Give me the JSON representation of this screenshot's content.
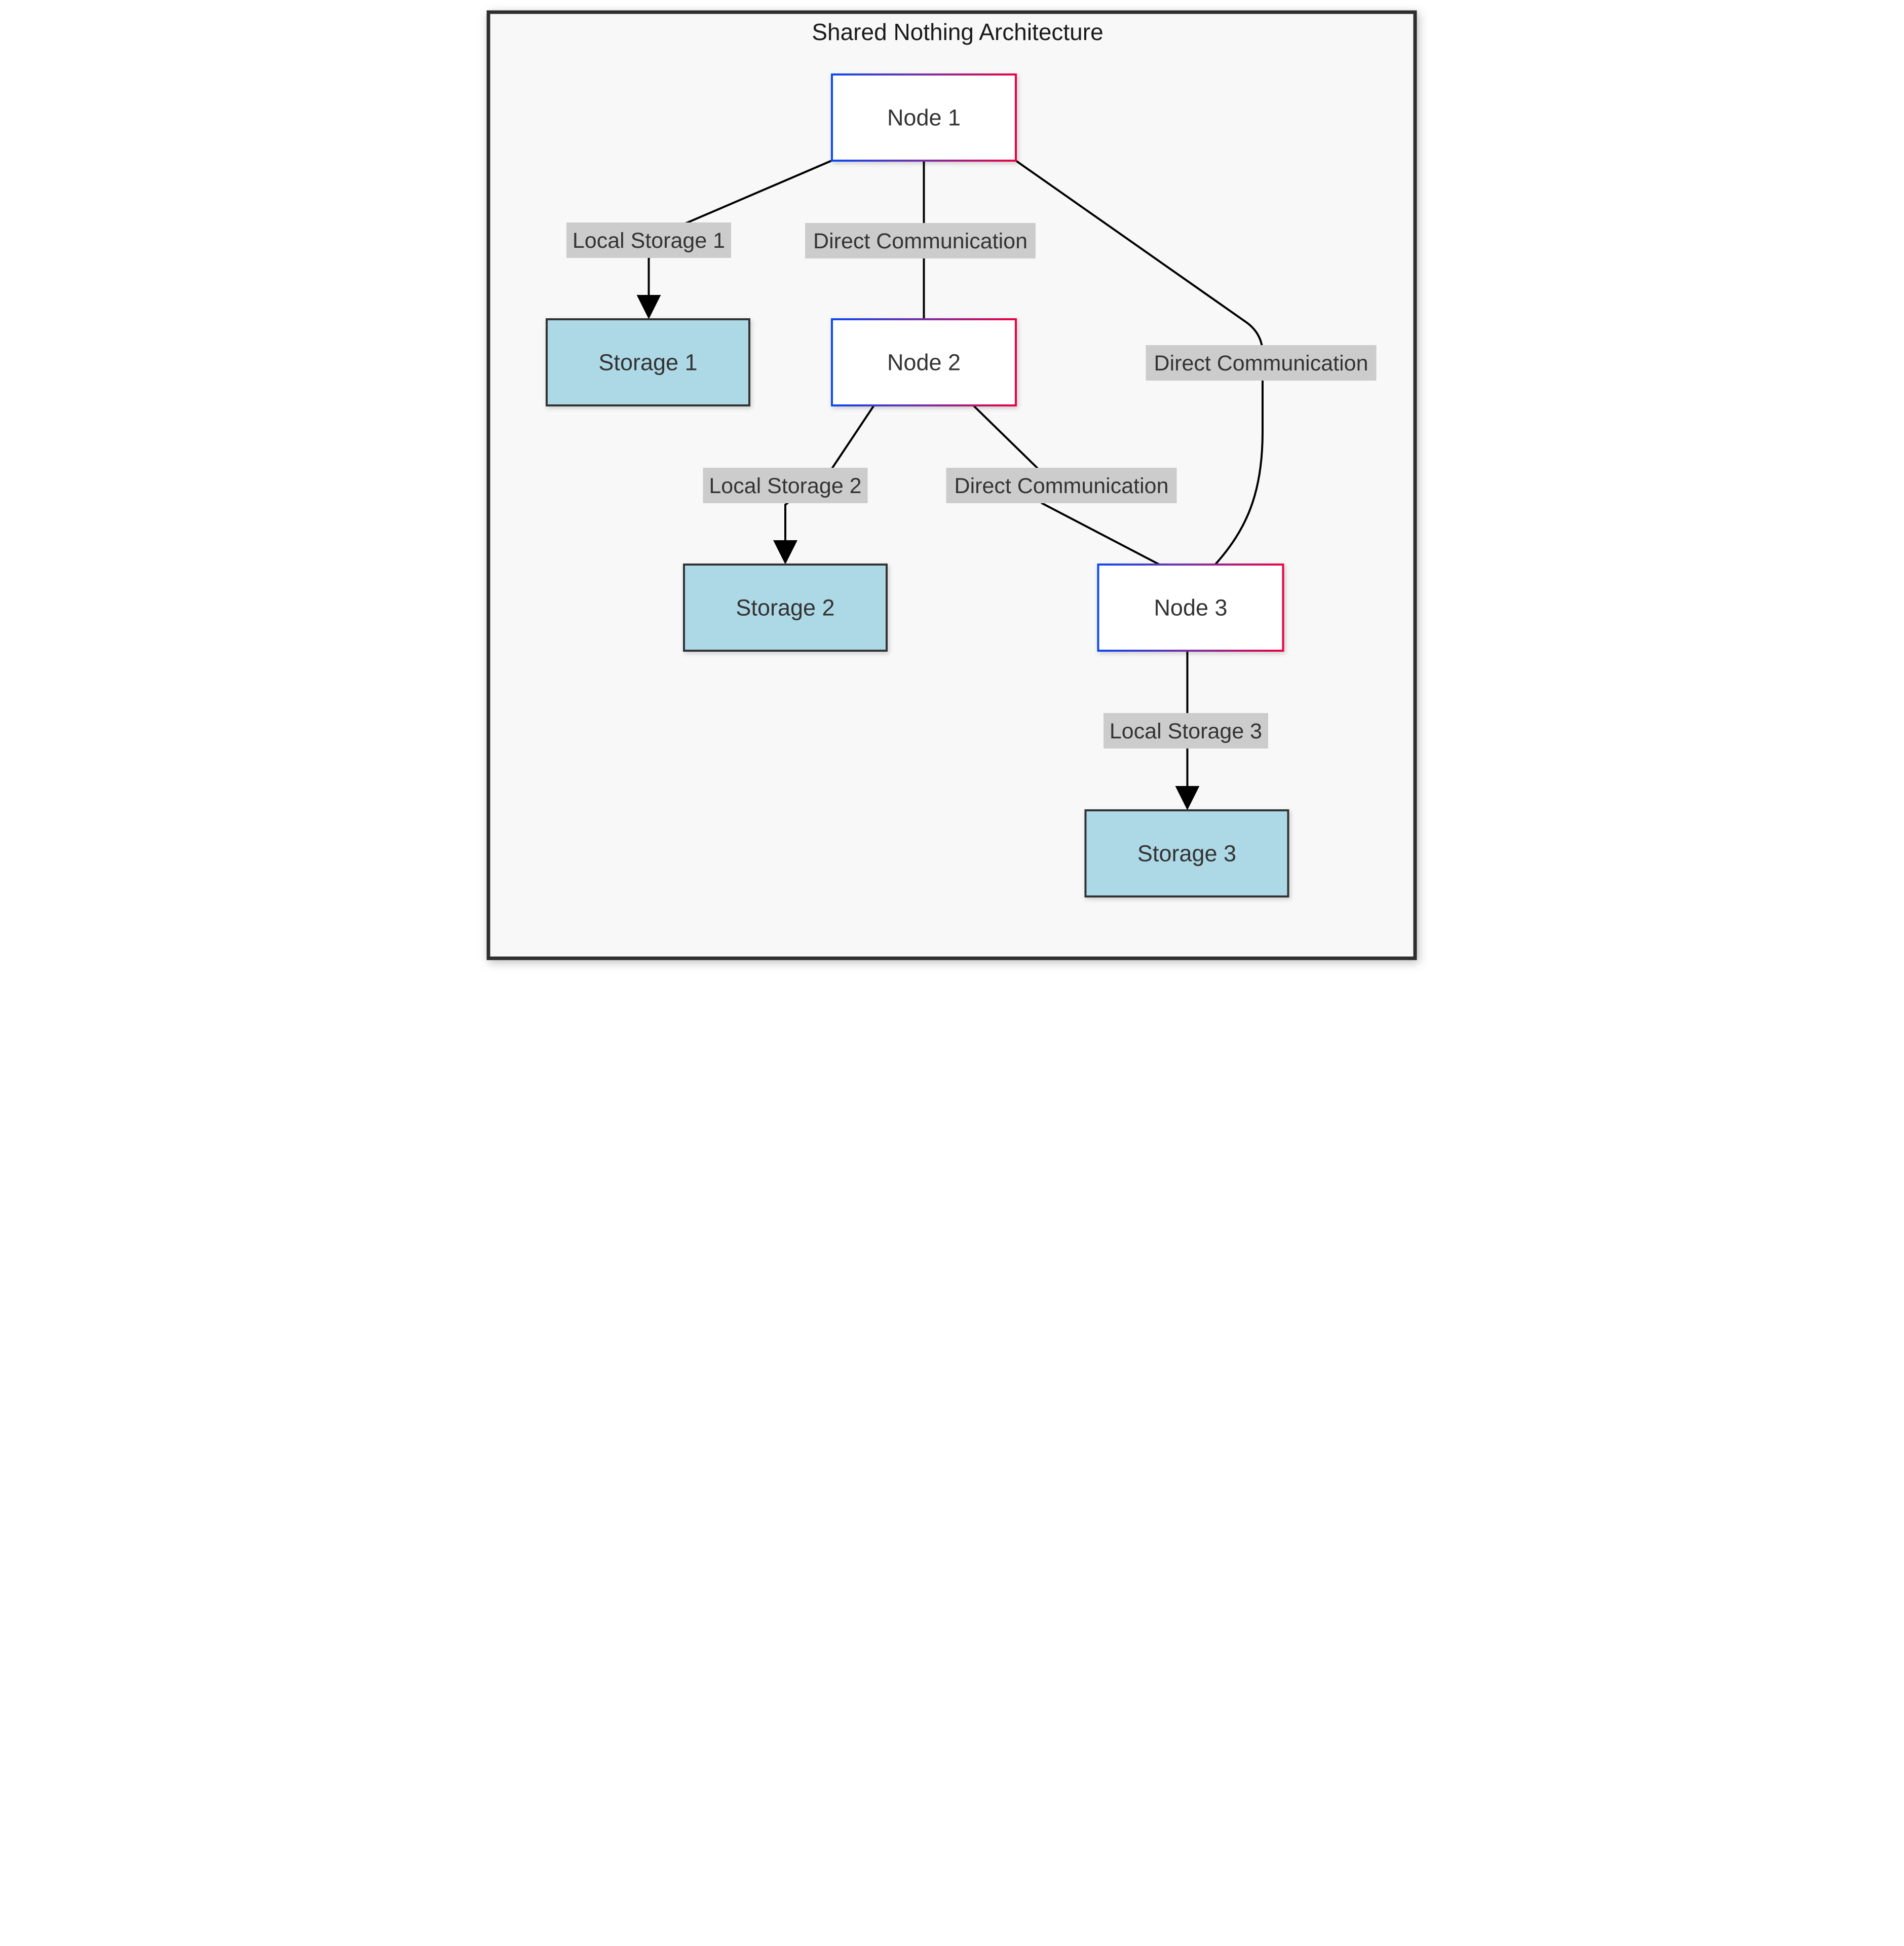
{
  "diagram": {
    "title": "Shared Nothing Architecture",
    "type": "flowchart",
    "nodes": [
      {
        "id": "node1",
        "label": "Node 1"
      },
      {
        "id": "node2",
        "label": "Node 2"
      },
      {
        "id": "node3",
        "label": "Node 3"
      }
    ],
    "storages": [
      {
        "id": "storage1",
        "label": "Storage 1"
      },
      {
        "id": "storage2",
        "label": "Storage 2"
      },
      {
        "id": "storage3",
        "label": "Storage 3"
      }
    ],
    "edges": [
      {
        "from": "Node 1",
        "to": "Storage 1",
        "label": "Local Storage 1",
        "arrow": true
      },
      {
        "from": "Node 1",
        "to": "Node 2",
        "label": "Direct Communication",
        "arrow": false
      },
      {
        "from": "Node 1",
        "to": "Node 3",
        "label": "Direct Communication",
        "arrow": false
      },
      {
        "from": "Node 2",
        "to": "Storage 2",
        "label": "Local Storage 2",
        "arrow": true
      },
      {
        "from": "Node 2",
        "to": "Node 3",
        "label": "Direct Communication",
        "arrow": false
      },
      {
        "from": "Node 3",
        "to": "Storage 3",
        "label": "Local Storage 3",
        "arrow": true
      }
    ],
    "colors": {
      "canvas_background": "#f8f8f8",
      "outer_frame": "#2e2e2e",
      "node_fill": "#ffffff",
      "node_border_gradient_start": "#0b49f2",
      "node_border_gradient_mid": "#7b2fa6",
      "node_border_gradient_end": "#ec0045",
      "storage_fill": "#add8e6",
      "storage_border": "#333333",
      "edge_line": "#000000",
      "edge_label_background": "#cccccc",
      "text": "#333333"
    }
  }
}
